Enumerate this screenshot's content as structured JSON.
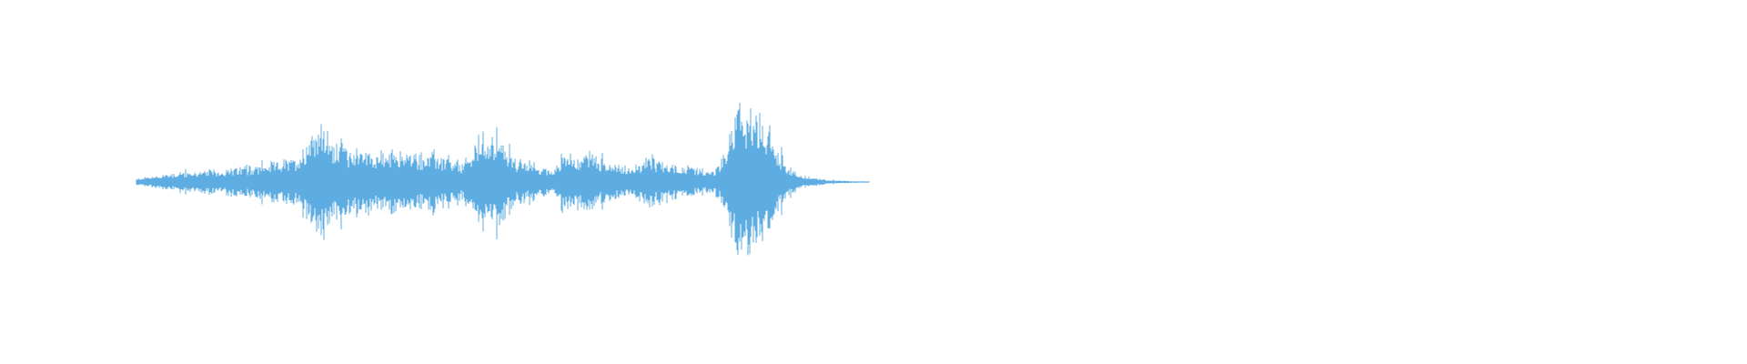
{
  "waveform": {
    "color": "#5dade2",
    "background": "#ffffff",
    "duration_fraction_filled": 0.5,
    "envelope": [
      0.03,
      0.05,
      0.06,
      0.08,
      0.09,
      0.1,
      0.1,
      0.11,
      0.12,
      0.12,
      0.13,
      0.14,
      0.15,
      0.16,
      0.18,
      0.2,
      0.22,
      0.22,
      0.35,
      0.55,
      0.6,
      0.4,
      0.45,
      0.3,
      0.35,
      0.32,
      0.3,
      0.28,
      0.33,
      0.3,
      0.28,
      0.26,
      0.3,
      0.25,
      0.2,
      0.18,
      0.28,
      0.45,
      0.5,
      0.42,
      0.35,
      0.22,
      0.2,
      0.18,
      0.15,
      0.12,
      0.3,
      0.28,
      0.25,
      0.35,
      0.22,
      0.2,
      0.18,
      0.16,
      0.15,
      0.25,
      0.22,
      0.2,
      0.18,
      0.16,
      0.14,
      0.12,
      0.1,
      0.2,
      0.5,
      0.8,
      0.72,
      0.65,
      0.55,
      0.35,
      0.2,
      0.1,
      0.06,
      0.04,
      0.03,
      0.02,
      0.015,
      0.01,
      0.008,
      0.005
    ]
  }
}
